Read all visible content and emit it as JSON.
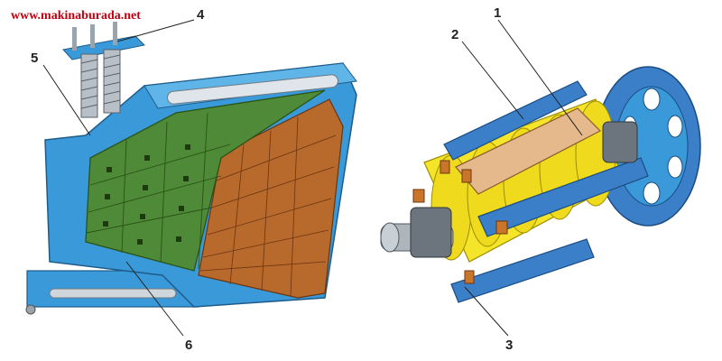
{
  "watermark": {
    "text": "www.makinaburada.net",
    "color": "#c0000e"
  },
  "labels": {
    "l1": "1",
    "l2": "2",
    "l3": "3",
    "l4": "4",
    "l5": "5",
    "l6": "6"
  },
  "colors": {
    "frame_blue": "#3a9ad9",
    "liner_green": "#4e8a37",
    "liner_orange": "#b8692c",
    "rotor_yellow": "#f5e52a",
    "hammer_blue": "#3b7fc9",
    "hammer_tan": "#e6b98c"
  }
}
